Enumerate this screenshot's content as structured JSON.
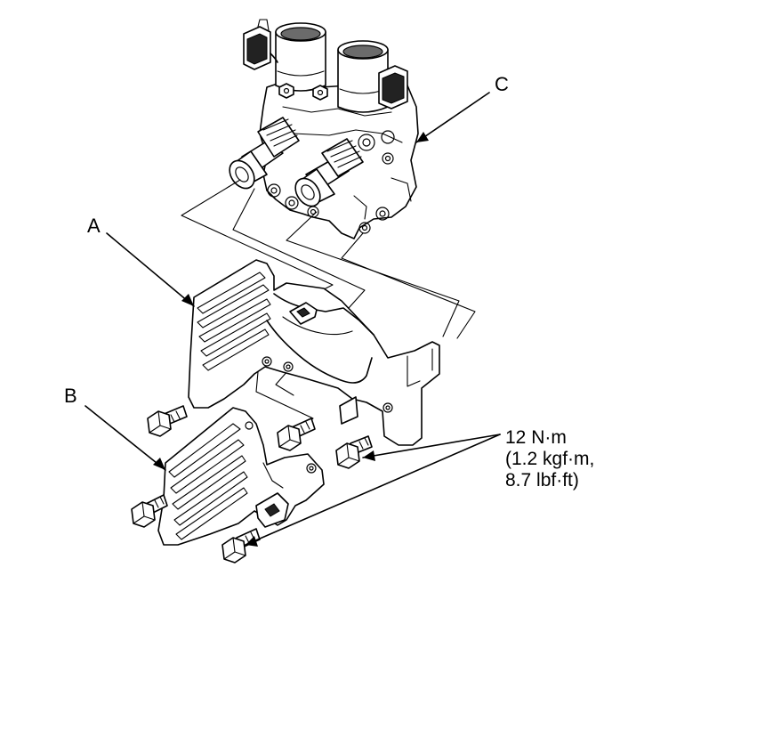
{
  "callouts": {
    "a": "A",
    "b": "B",
    "c": "C"
  },
  "torque": {
    "line1": "12 N·m",
    "line2": "(1.2 kgf·m,",
    "line3": "8.7 lbf·ft)"
  }
}
